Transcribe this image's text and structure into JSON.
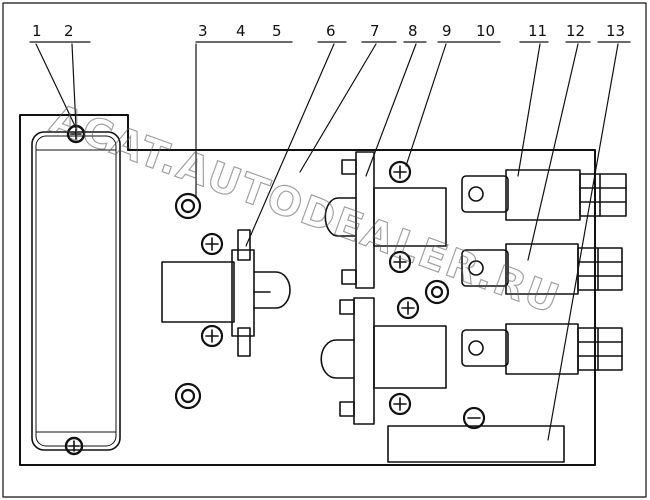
{
  "callouts": [
    "1",
    "2",
    "3",
    "4",
    "5",
    "6",
    "7",
    "8",
    "9",
    "10",
    "11",
    "12",
    "13"
  ],
  "watermark": "ACAT.AUTODEALER.RU"
}
